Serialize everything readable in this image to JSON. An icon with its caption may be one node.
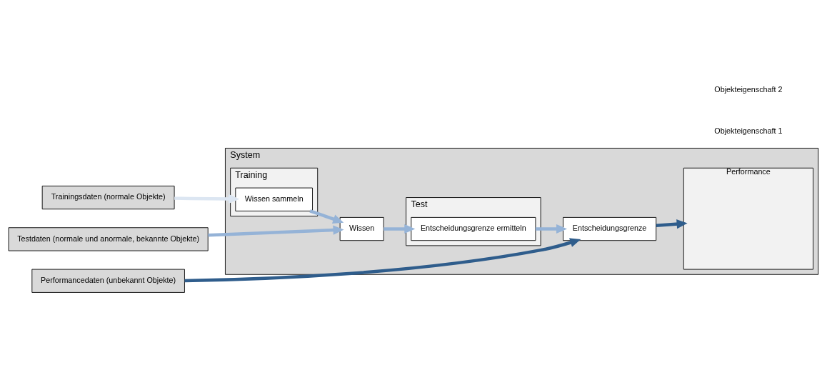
{
  "diagram": {
    "nodes": [
      {
        "text": [
          "Trainingsdaten (normale Objekte)"
        ]
      },
      {
        "text": [
          "Testdaten (normale und anormale, bekannte Objekte)"
        ]
      },
      {
        "text": [
          "Performancedaten (unbekannt Objekte)"
        ]
      },
      {
        "text": [
          "System"
        ]
      },
      {
        "text": [
          "Training"
        ],
        "in": 3
      },
      {
        "text": [
          "Wissen sammeln"
        ],
        "in": 4
      },
      {
        "text": [
          "Test"
        ],
        "in": 3
      },
      {
        "text": [
          "Entscheidungsgrenze ermitteln"
        ],
        "in": 6
      },
      {
        "text": [
          "Wissen"
        ],
        "in": 3
      },
      {
        "text": [
          "Entscheidungsgrenze"
        ],
        "in": 3
      },
      {
        "text": [
          "Performance"
        ],
        "in": 3
      }
    ],
    "edges": [
      {
        "from": 0,
        "to": 5,
        "arrow": "to",
        "color": "#dce6f2"
      },
      {
        "from": 5,
        "to": 8,
        "arrow": "to"
      },
      {
        "from": 1,
        "to": 8,
        "arrow": "to"
      },
      {
        "from": 8,
        "to": 7,
        "arrow": "to"
      },
      {
        "from": 7,
        "to": 9,
        "arrow": "to"
      },
      {
        "from": 2,
        "to": 9,
        "arrow": "to",
        "color": "#2f5d8c"
      },
      {
        "from": 9,
        "to": 10,
        "arrow": "to",
        "color": "#2f5d8c"
      }
    ],
    "labels": [
      "Objekteigenschaft 1",
      "Objekteigenschaft 2"
    ]
  }
}
